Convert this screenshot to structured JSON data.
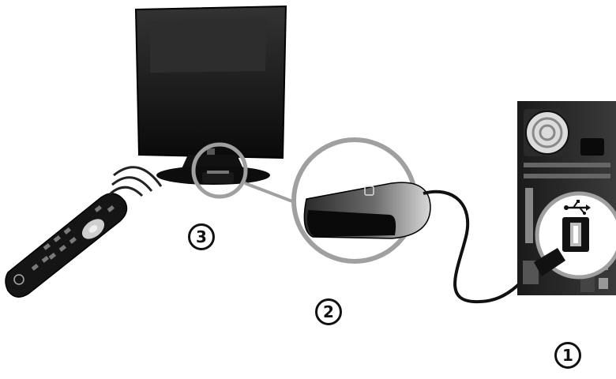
{
  "diagram": {
    "steps": [
      {
        "number": "1",
        "target": "usb-port"
      },
      {
        "number": "2",
        "target": "remote-receiver"
      },
      {
        "number": "3",
        "target": "receiver-placement"
      }
    ],
    "icons": [
      "usb-icon",
      "hp-logo"
    ]
  }
}
